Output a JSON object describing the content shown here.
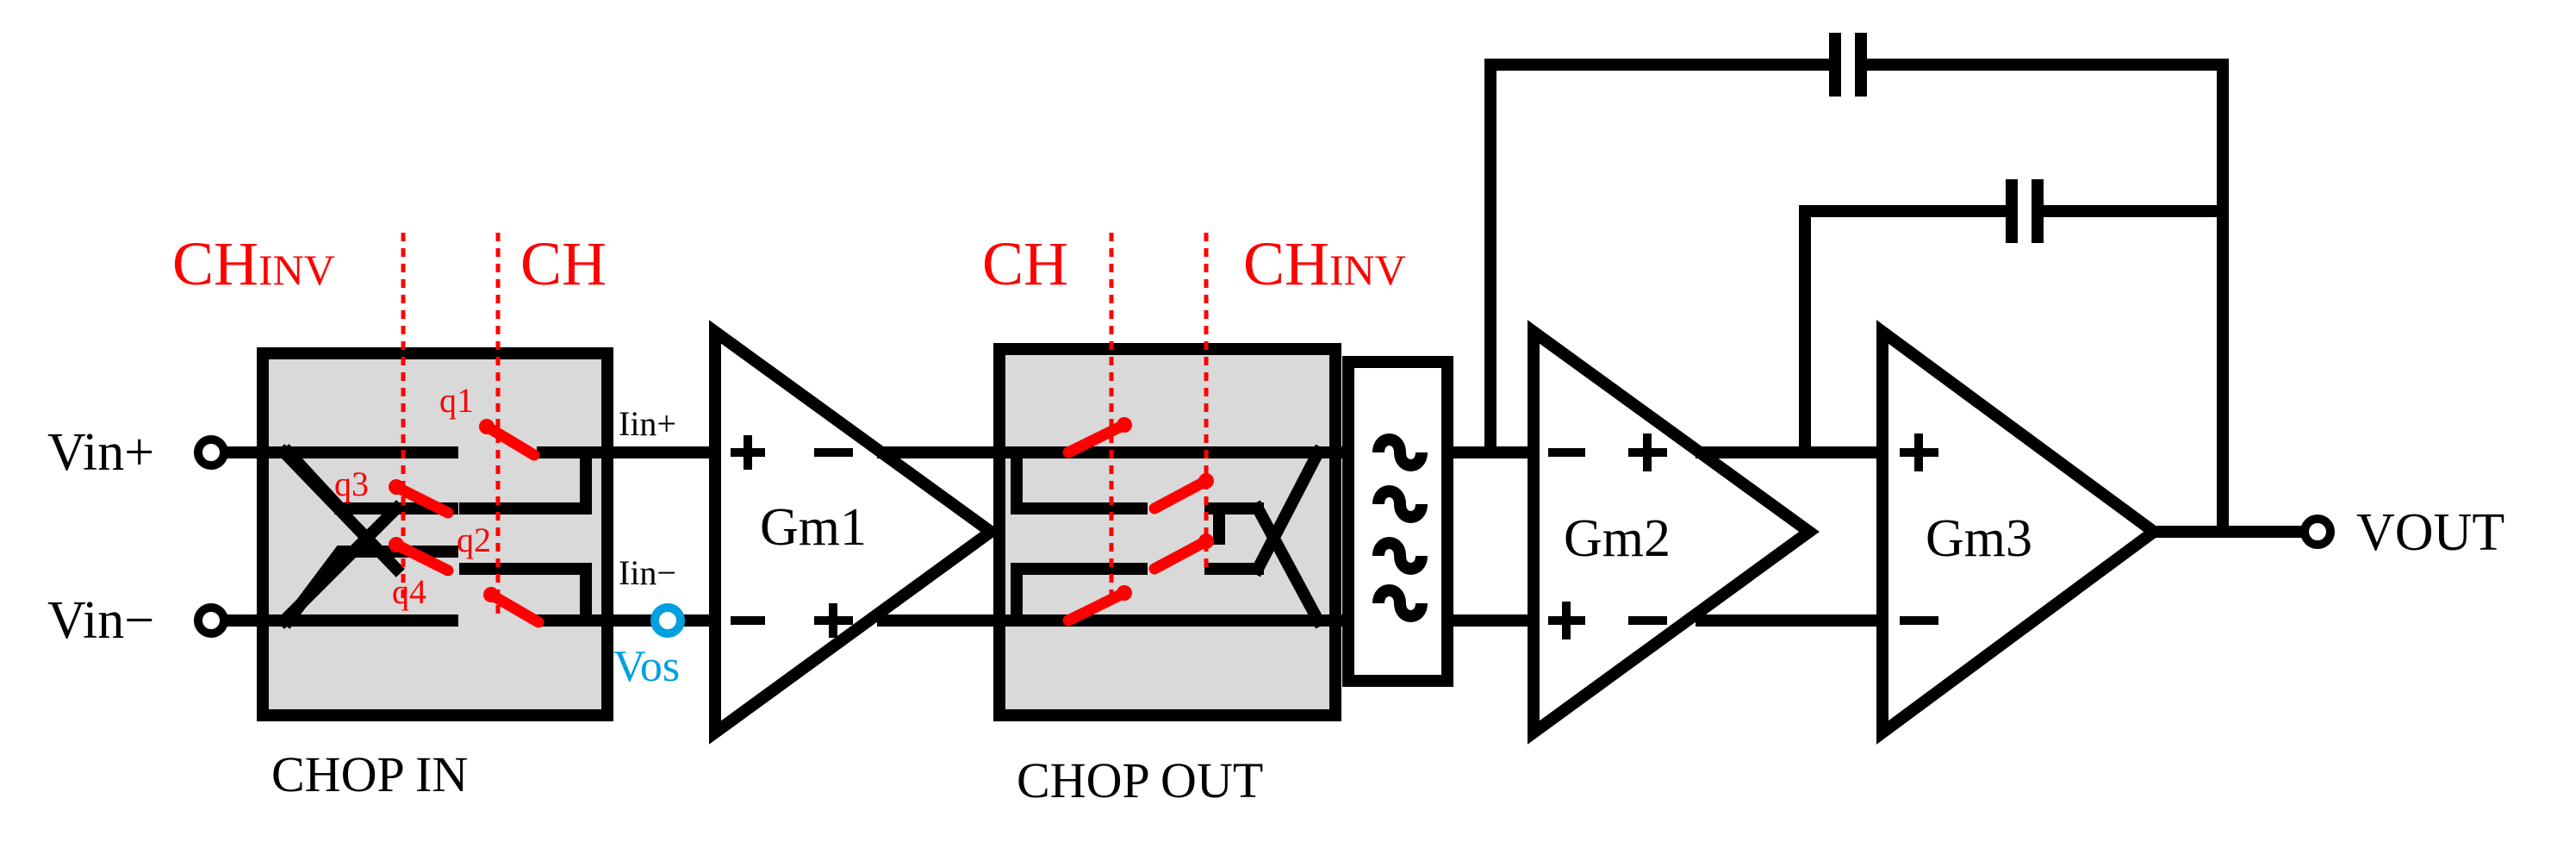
{
  "inputs": {
    "vin_plus": "Vin+",
    "vin_minus": "Vin−"
  },
  "output": {
    "vout": "VOUT"
  },
  "chop_in": {
    "title": "CHOP IN",
    "ctrl_left": {
      "base": "CH",
      "sub": "INV"
    },
    "ctrl_right": "CH",
    "switches": [
      "q1",
      "q3",
      "q2",
      "q4"
    ]
  },
  "currents": {
    "iin_plus": "Iin+",
    "iin_minus": "Iin−"
  },
  "offset": {
    "label": "Vos",
    "color": "#00a0e0"
  },
  "amplifiers": {
    "gm1": "Gm1",
    "gm2": "Gm2",
    "gm3": "Gm3"
  },
  "chop_out": {
    "title": "CHOP OUT",
    "ctrl_left": "CH",
    "ctrl_right": {
      "base": "CH",
      "sub": "INV"
    }
  },
  "colors": {
    "switch": "#ff0000",
    "chopper_fill": "#d9d9d9",
    "wire": "#000000"
  },
  "icons": {
    "filter": "low-pass-filter-icon",
    "capacitor": "capacitor-icon"
  }
}
